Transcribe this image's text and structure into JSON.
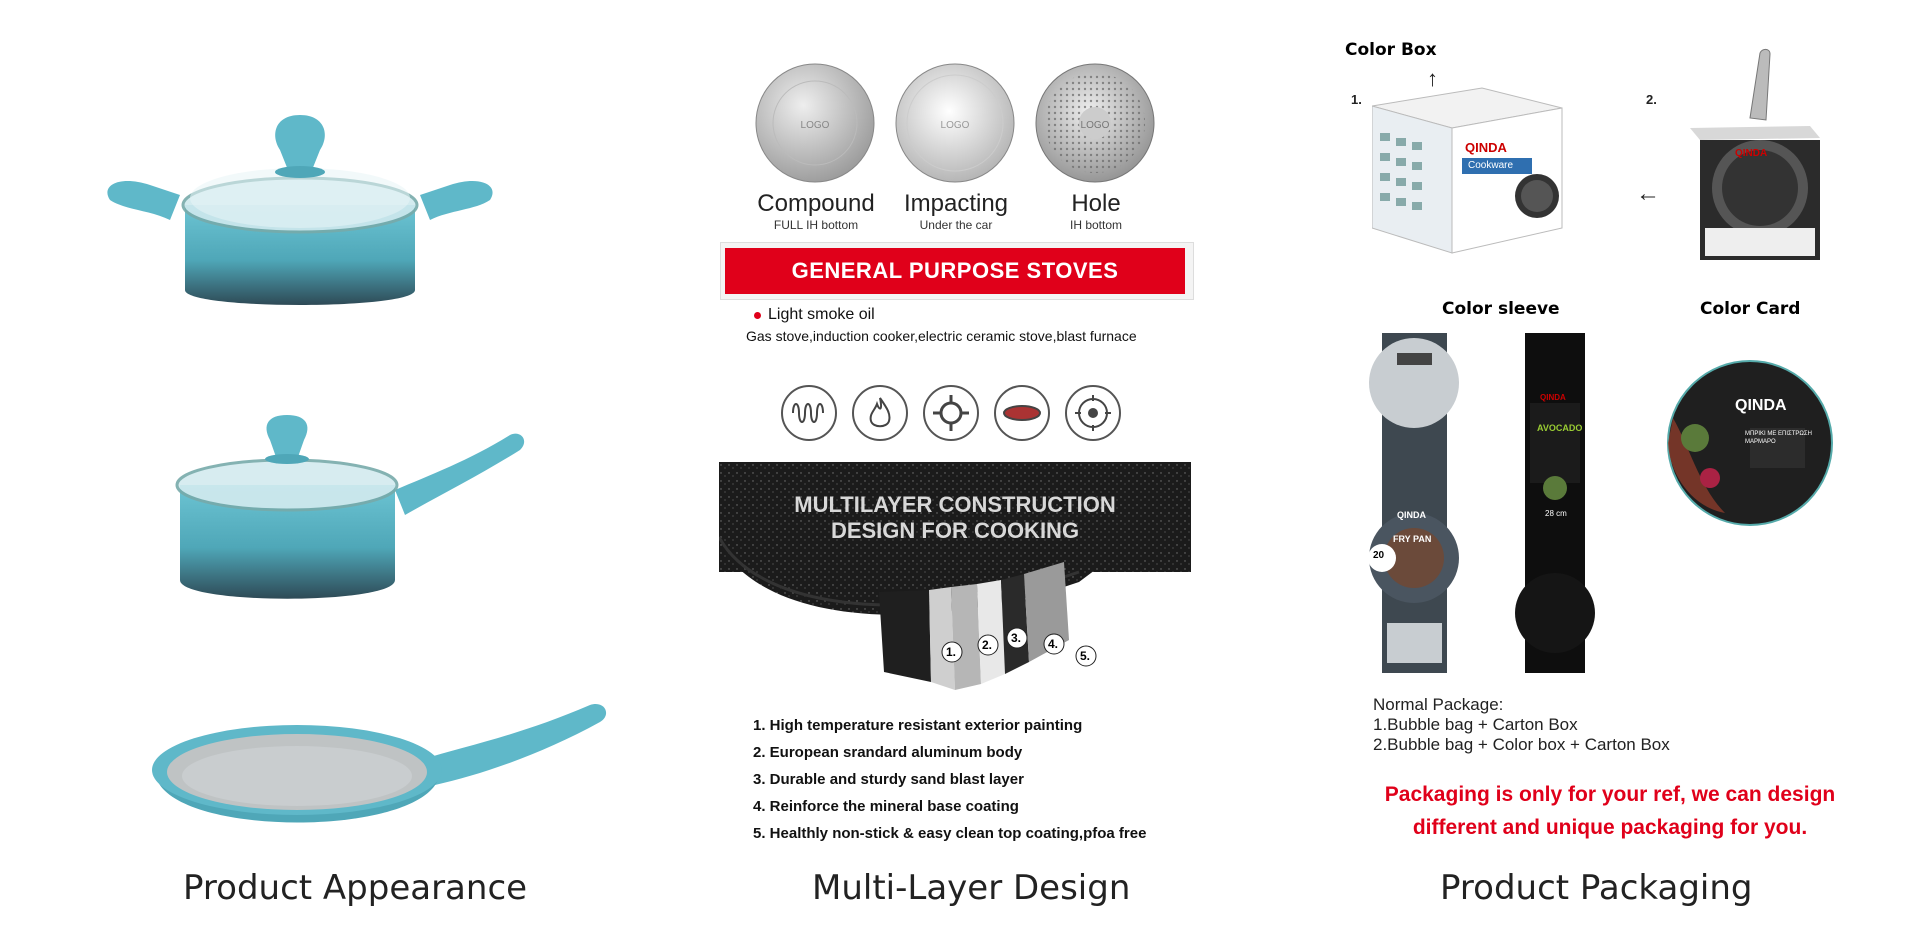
{
  "captions": {
    "appearance": "Product Appearance",
    "multilayer": "Multi-Layer Design",
    "packaging": "Product Packaging"
  },
  "bottoms": [
    {
      "title": "Compound",
      "subtitle": "FULL IH bottom",
      "logo": "LOGO"
    },
    {
      "title": "Impacting",
      "subtitle": "Under the car",
      "logo": "LOGO"
    },
    {
      "title": "Hole",
      "subtitle": "IH bottom",
      "logo": "LOGO"
    }
  ],
  "stoves": {
    "banner": "GENERAL PURPOSE STOVES",
    "bullet": "Light smoke oil",
    "list": "Gas stove,induction cooker,electric ceramic stove,blast furnace",
    "icons": [
      "induction-coil-icon",
      "flame-icon",
      "gas-burner-icon",
      "ceramic-plate-icon",
      "halogen-icon"
    ]
  },
  "construction": {
    "heading_line1": "MULTILAYER CONSTRUCTION",
    "heading_line2": "DESIGN FOR COOKING",
    "layer_numbers": [
      "1.",
      "2.",
      "3.",
      "4.",
      "5."
    ],
    "features": [
      "1. High temperature resistant exterior painting",
      "2. European srandard aluminum body",
      "3. Durable and sturdy sand blast layer",
      "4. Reinforce the mineral base coating",
      "5. Healthly non-stick & easy clean top coating,pfoa free"
    ]
  },
  "packaging": {
    "color_box": "Color Box",
    "num1": "1.",
    "num2": "2.",
    "color_sleeve": "Color sleeve",
    "color_card": "Color Card",
    "brand": "QINDA",
    "box_label": "Cookware",
    "sleeve1_label": "FRY PAN",
    "sleeve1_size": "20",
    "sleeve2_label": "AVOCADO",
    "sleeve2_size": "28 cm",
    "card_text": "ΜΠΡΙΚΙ ΜΕ ΕΠΙΣΤΡΩΣΗ ΜΑΡΜΑΡΟ",
    "normal_title": "Normal Package:",
    "normal_line1": "1.Bubble bag + Carton Box",
    "normal_line2": "2.Bubble bag + Color box + Carton Box",
    "note_line1": "Packaging is only for your ref, we can design",
    "note_line2": "different and unique packaging for you."
  },
  "colors": {
    "pan_teal": "#5fb8c9",
    "pan_dark": "#2d5360",
    "accent_red": "#e0001a"
  }
}
